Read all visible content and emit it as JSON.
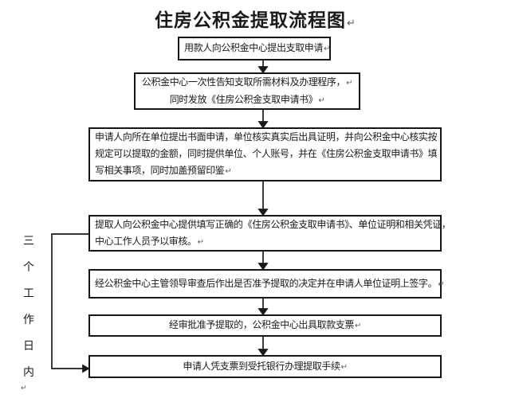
{
  "page": {
    "title": "住房公积金提取流程图",
    "paragraph_mark": "↵",
    "background_color": "#ffffff",
    "text_color": "#1a1a1a",
    "line_color": "#1a1a1a"
  },
  "flow": {
    "boxes": [
      {
        "lines": [
          "用款人向公积金中心提出支取申请"
        ]
      },
      {
        "lines": [
          "公积金中心一次性告知支取所需材料及办理程序，",
          "同时发放《住房公积金支取申请书》"
        ]
      },
      {
        "lines": [
          "申请人向所在单位提出书面申请，单位核实真实后出具证明，并向公积金中心核实按",
          "规定可以提取的金额，同时提供单位、个人账号，并在《住房公积金支取申请书》填",
          "写相关事项，同时加盖预留印鉴"
        ]
      },
      {
        "lines": [
          "提取人向公积金中心提供填写正确的《住房公积金支取申请书》、单位证明和相关凭证，",
          "中心工作人员予以审核。"
        ]
      },
      {
        "lines": [
          "经公积金中心主管领导审查后作出是否准予提取的决定并在申请人单位证明上签字。"
        ]
      },
      {
        "lines": [
          "经审批准予提取的，公积金中心出具取款支票"
        ]
      },
      {
        "lines": [
          "申请人凭支票到受托银行办理提取手续"
        ]
      }
    ],
    "side_label": {
      "text": "三个工作日内",
      "chars": [
        "三",
        "个",
        "工",
        "作",
        "日",
        "内"
      ]
    }
  }
}
